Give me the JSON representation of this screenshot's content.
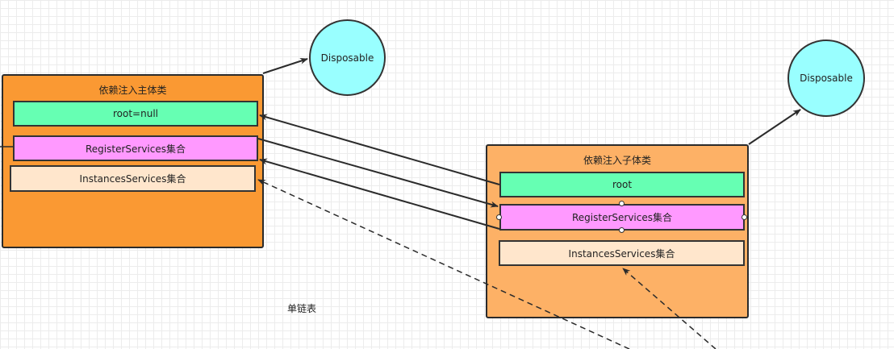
{
  "colors": {
    "container_main": "#fa9933",
    "container_child": "#fdb166",
    "root_fill": "#66ffb3",
    "register_fill": "#ff99ff",
    "instances_fill": "#ffe6cc",
    "disposable_fill": "#99ffff",
    "stroke": "#2b2b2b"
  },
  "main_container": {
    "title": "依赖注入主体类",
    "root": "root=null",
    "register": "RegisterServices集合",
    "instances": "InstancesServices集合"
  },
  "child_container": {
    "title": "依赖注入子体类",
    "root": "root",
    "register": "RegisterServices集合",
    "instances": "InstancesServices集合"
  },
  "disposable_left": "Disposable",
  "disposable_right": "Disposable",
  "linked_list_label": "单链表"
}
